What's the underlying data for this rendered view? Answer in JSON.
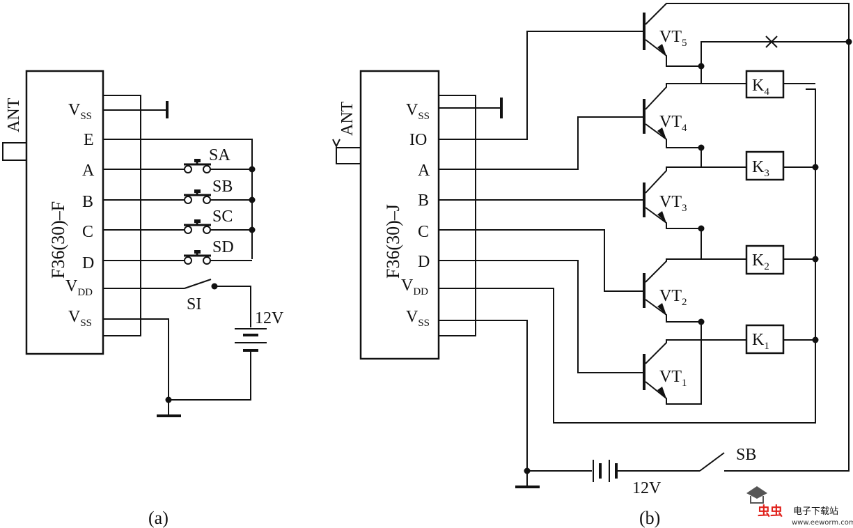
{
  "diagram_a": {
    "chip_label": "F36(30)–F",
    "ant_label": "ANT",
    "pins": [
      {
        "main": "V",
        "sub": "SS"
      },
      {
        "main": "E",
        "sub": ""
      },
      {
        "main": "A",
        "sub": ""
      },
      {
        "main": "B",
        "sub": ""
      },
      {
        "main": "C",
        "sub": ""
      },
      {
        "main": "D",
        "sub": ""
      },
      {
        "main": "V",
        "sub": "DD"
      },
      {
        "main": "V",
        "sub": "SS"
      }
    ],
    "switches": [
      "SA",
      "SB",
      "SC",
      "SD"
    ],
    "power_switch": "SI",
    "battery": "12V",
    "caption": "(a)"
  },
  "diagram_b": {
    "chip_label": "F36(30)–J",
    "ant_label": "ANT",
    "pins": [
      {
        "main": "V",
        "sub": "SS"
      },
      {
        "main": "IO",
        "sub": ""
      },
      {
        "main": "A",
        "sub": ""
      },
      {
        "main": "B",
        "sub": ""
      },
      {
        "main": "C",
        "sub": ""
      },
      {
        "main": "D",
        "sub": ""
      },
      {
        "main": "V",
        "sub": "DD"
      },
      {
        "main": "V",
        "sub": "SS"
      }
    ],
    "transistors": [
      {
        "main": "VT",
        "sub": "5"
      },
      {
        "main": "VT",
        "sub": "4"
      },
      {
        "main": "VT",
        "sub": "3"
      },
      {
        "main": "VT",
        "sub": "2"
      },
      {
        "main": "VT",
        "sub": "1"
      }
    ],
    "relays": [
      {
        "main": "K",
        "sub": "4"
      },
      {
        "main": "K",
        "sub": "3"
      },
      {
        "main": "K",
        "sub": "2"
      },
      {
        "main": "K",
        "sub": "1"
      }
    ],
    "switch": "SB",
    "battery": "12V",
    "caption": "(b)"
  },
  "watermark": {
    "brand": "虫虫",
    "site_name": "电子下载站",
    "url": "www.eeworm.com"
  }
}
